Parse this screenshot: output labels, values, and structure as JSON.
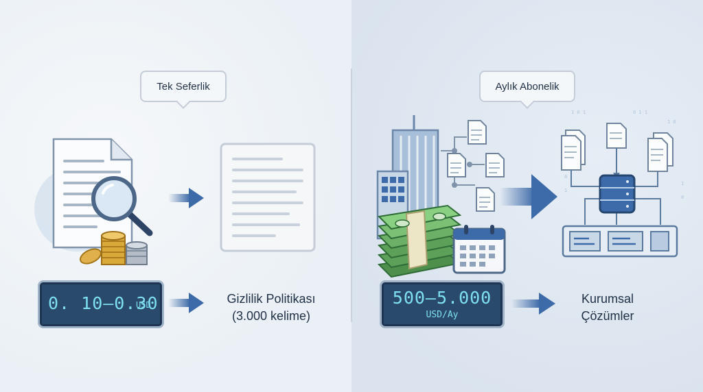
{
  "left": {
    "bubble": "Tek Seferlik",
    "price_main": "0. 10–0.30",
    "price_unit": "USD",
    "label_line1": "Gizlilik Politikası",
    "label_line2": "(3.000 kelime)"
  },
  "right": {
    "bubble": "Aylık Abonelik",
    "price_main": "500–5.000",
    "price_unit": "USD/Ay",
    "label_line1": "Kurumsal",
    "label_line2": "Çözümler"
  },
  "colors": {
    "arrow": "#3d6aa8",
    "lcd_bg": "#2a4a6b",
    "lcd_text": "#7ee0f0",
    "money": "#5da05a",
    "coin": "#d9a93a"
  },
  "icons": [
    "document-icon",
    "magnifier-icon",
    "coins-icon",
    "blank-document-icon",
    "skyscraper-icon",
    "money-stack-icon",
    "calendar-icon",
    "document-network-icon",
    "database-icon",
    "dashboard-icon"
  ]
}
